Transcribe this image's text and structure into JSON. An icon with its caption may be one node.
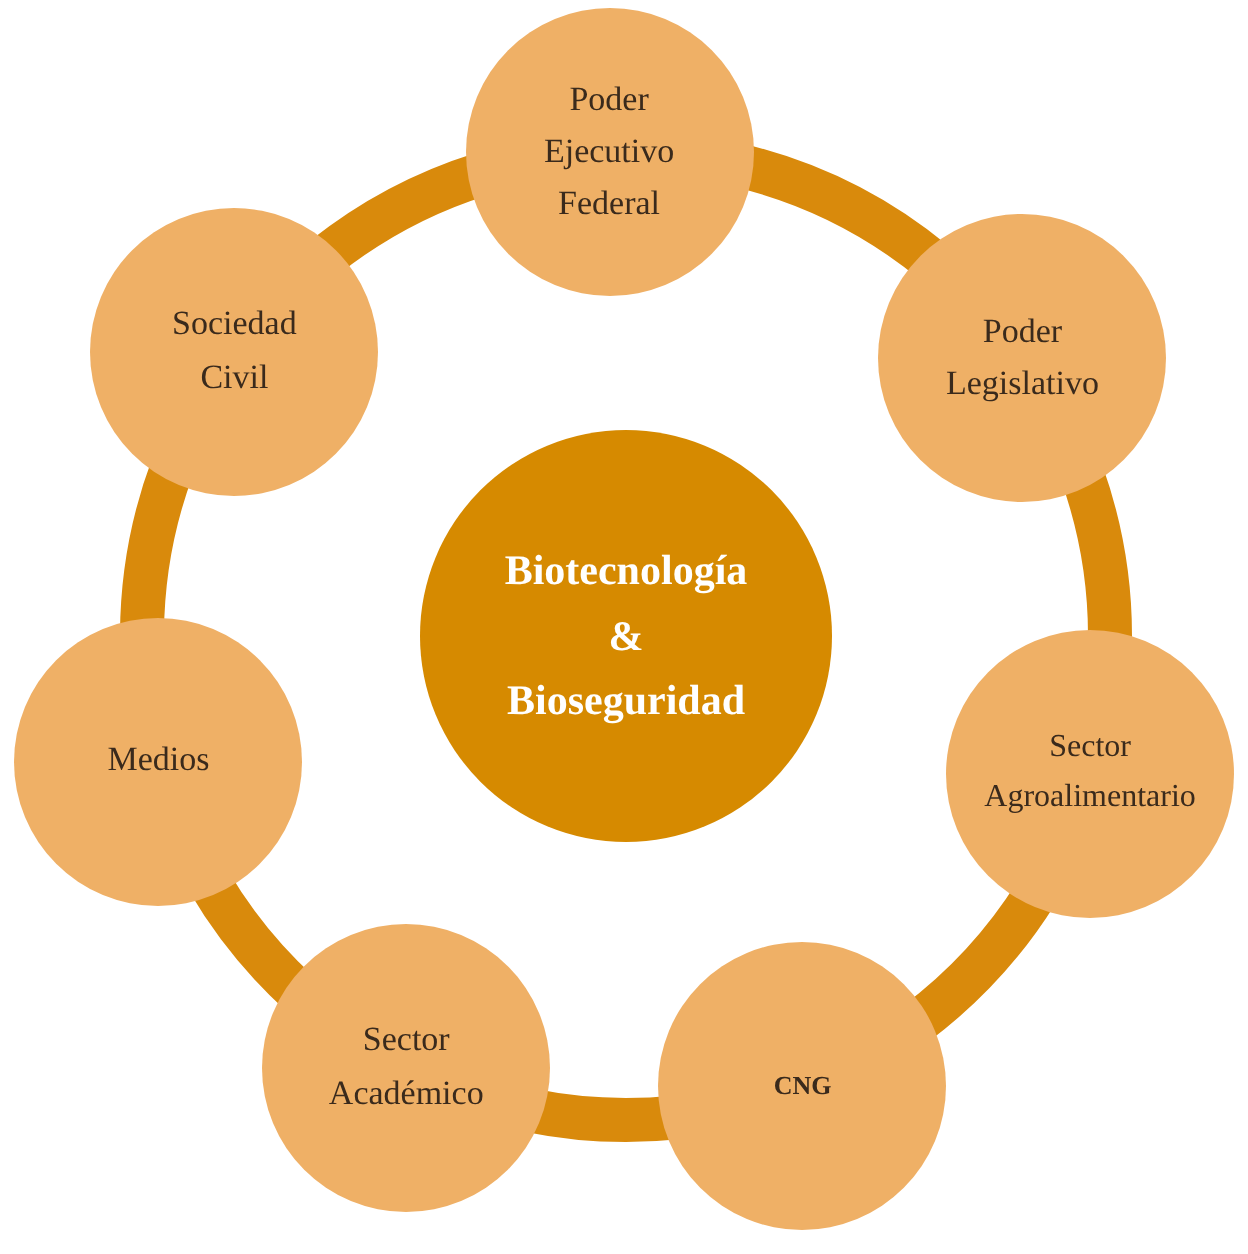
{
  "diagram": {
    "nodes": [
      {
        "text": [
          "Poder Ejecutivo Federal"
        ]
      },
      {
        "text": [
          "Poder Legislativo"
        ]
      },
      {
        "text": [
          "Sector Agroalimentario"
        ]
      },
      {
        "text": [
          "CNG"
        ]
      },
      {
        "text": [
          "Sector Académico"
        ]
      },
      {
        "text": [
          "Medios"
        ]
      },
      {
        "text": [
          "Sociedad Civil"
        ]
      },
      {
        "text": [
          "Biotecnología & Bioseguridad"
        ]
      }
    ],
    "edges": [
      {
        "from": 0,
        "to": 1,
        "arrow": "none"
      },
      {
        "from": 1,
        "to": 2,
        "arrow": "none"
      },
      {
        "from": 2,
        "to": 3,
        "arrow": "none"
      },
      {
        "from": 3,
        "to": 4,
        "arrow": "none"
      },
      {
        "from": 4,
        "to": 5,
        "arrow": "none"
      },
      {
        "from": 5,
        "to": 6,
        "arrow": "none"
      },
      {
        "from": 6,
        "to": 0,
        "arrow": "none"
      }
    ]
  }
}
